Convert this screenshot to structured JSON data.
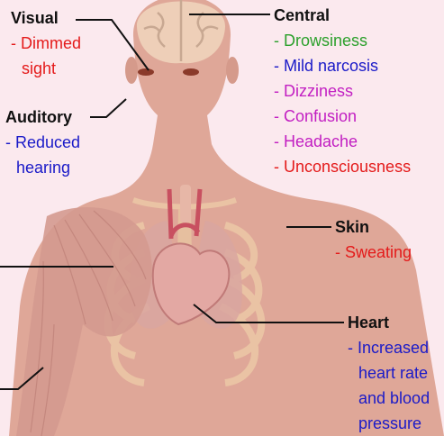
{
  "colors": {
    "background": "#fbe9ee",
    "body": "#dfa798",
    "leader_line": "#111111",
    "item_red": "#e41a1a",
    "item_green": "#2ca02c",
    "item_blue": "#1a1ac8",
    "item_magenta": "#c21fc2"
  },
  "groups": {
    "visual": {
      "title": "Visual",
      "items": [
        {
          "text": "- Dimmed",
          "color": "#e41a1a"
        },
        {
          "text": "  sight",
          "color": "#e41a1a"
        }
      ]
    },
    "auditory": {
      "title": "Auditory",
      "items": [
        {
          "text": "- Reduced",
          "color": "#1a1ac8"
        },
        {
          "text": "  hearing",
          "color": "#1a1ac8"
        }
      ]
    },
    "central": {
      "title": "Central",
      "items": [
        {
          "text": "- Drowsiness",
          "color": "#2ca02c"
        },
        {
          "text": "- Mild narcosis",
          "color": "#1a1ac8"
        },
        {
          "text": "- Dizziness",
          "color": "#c21fc2"
        },
        {
          "text": "- Confusion",
          "color": "#c21fc2"
        },
        {
          "text": "- Headache",
          "color": "#c21fc2"
        },
        {
          "text": "- Unconsciousness",
          "color": "#e41a1a"
        }
      ]
    },
    "skin": {
      "title": "Skin",
      "items": [
        {
          "text": "- Sweating",
          "color": "#e41a1a"
        }
      ]
    },
    "heart": {
      "title": "Heart",
      "items": [
        {
          "text": "- Increased",
          "color": "#1a1ac8"
        },
        {
          "text": "  heart rate",
          "color": "#1a1ac8"
        },
        {
          "text": "  and blood",
          "color": "#1a1ac8"
        },
        {
          "text": "  pressure",
          "color": "#1a1ac8"
        }
      ]
    }
  }
}
